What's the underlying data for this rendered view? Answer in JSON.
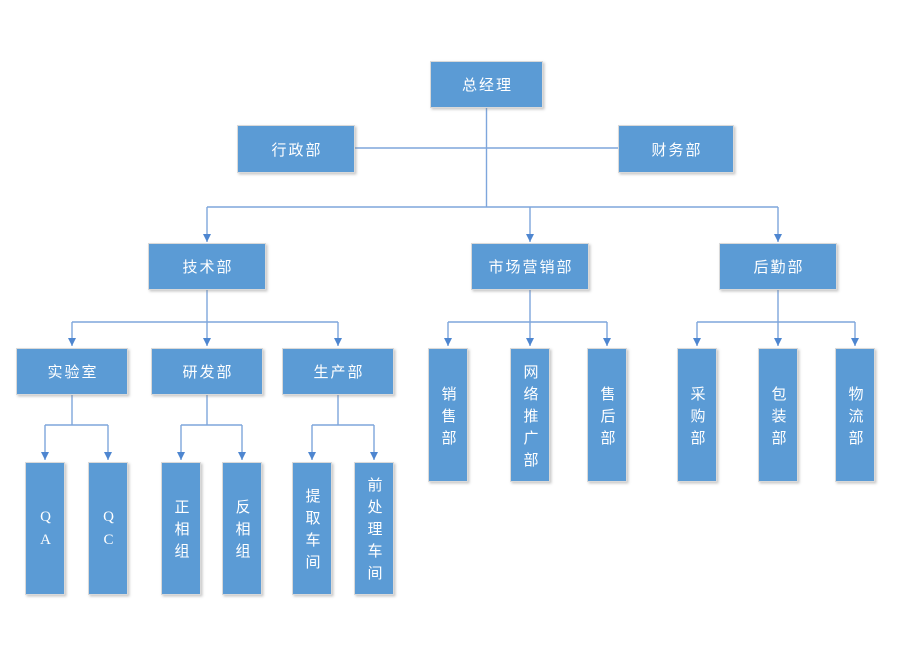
{
  "colors": {
    "box_fill": "#5B9BD5",
    "box_text": "#FFFFFF",
    "connector_line": "#7EA6DC",
    "arrowhead": "#4E86D0"
  },
  "org": {
    "root": {
      "label": "总经理"
    },
    "staff": [
      {
        "label": "行政部"
      },
      {
        "label": "财务部"
      }
    ],
    "divisions": [
      {
        "label": "技术部"
      },
      {
        "label": "市场营销部"
      },
      {
        "label": "后勤部"
      }
    ],
    "tech_children": [
      {
        "label": "实验室"
      },
      {
        "label": "研发部"
      },
      {
        "label": "生产部"
      }
    ],
    "marketing_children": [
      {
        "label": "销售部"
      },
      {
        "label": "网络推广部"
      },
      {
        "label": "售后部"
      }
    ],
    "support_children": [
      {
        "label": "采购部"
      },
      {
        "label": "包装部"
      },
      {
        "label": "物流部"
      }
    ],
    "lab_children": [
      {
        "label": "QA"
      },
      {
        "label": "QC"
      }
    ],
    "rnd_children": [
      {
        "label": "正相组"
      },
      {
        "label": "反相组"
      }
    ],
    "production_children": [
      {
        "label": "提取车间"
      },
      {
        "label": "前处理车间"
      }
    ]
  }
}
